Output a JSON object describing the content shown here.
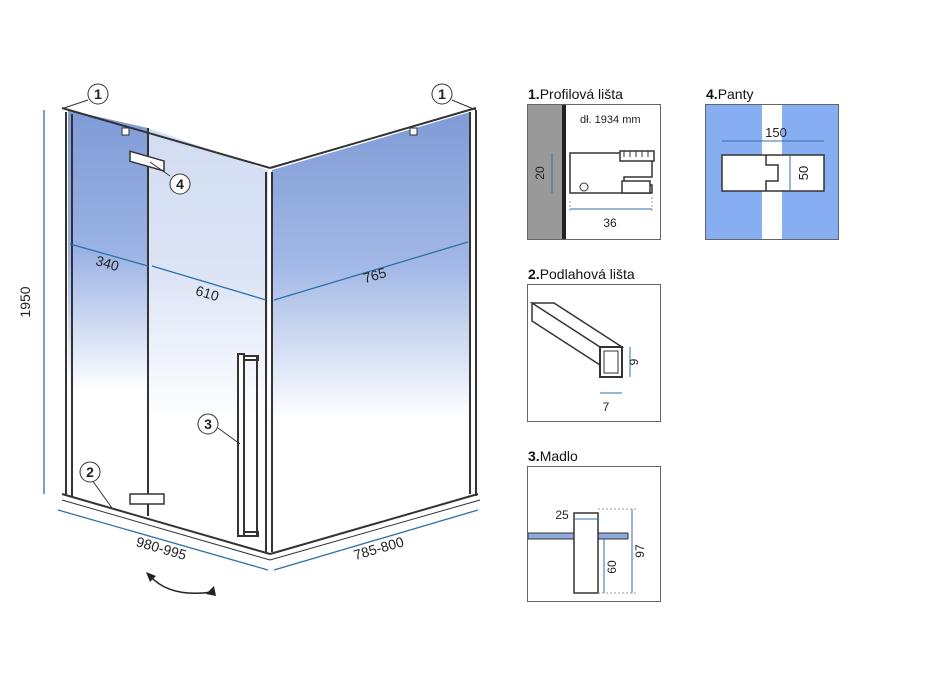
{
  "cabin": {
    "height": "1950",
    "width_left": "340",
    "width_door": "610",
    "width_side": "765",
    "bottom_front": "980-995",
    "bottom_side": "785-800",
    "callouts": [
      "1",
      "1",
      "2",
      "3",
      "4"
    ]
  },
  "details": {
    "profile": {
      "num": "1.",
      "name": "Profilová lišta",
      "length": "dł. 1934 mm",
      "h": "20",
      "w": "36"
    },
    "floor": {
      "num": "2.",
      "name": "Podlahová lišta",
      "h": "9",
      "w": "7"
    },
    "handle": {
      "num": "3.",
      "name": "Madlo",
      "a": "25",
      "b": "60",
      "c": "97"
    },
    "hinge": {
      "num": "4.",
      "name": "Panty",
      "w": "150",
      "h": "50"
    }
  },
  "colors": {
    "glass": "#8fa9dd",
    "dim": "#2f6fa8",
    "hinge_bg": "#86aef0"
  }
}
